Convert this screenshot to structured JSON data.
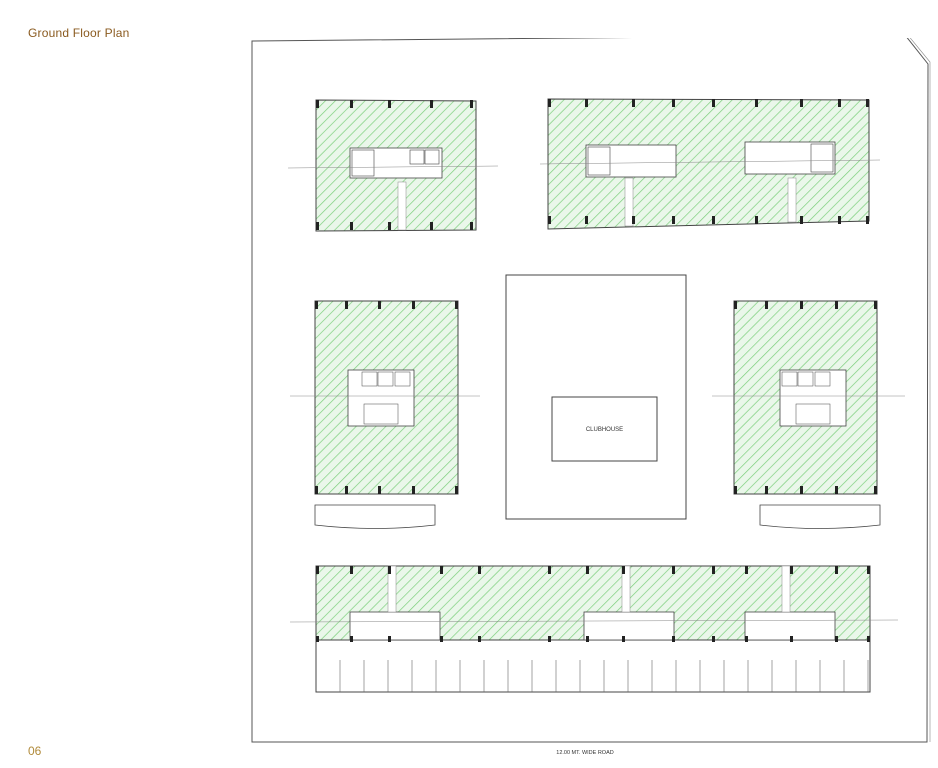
{
  "header": {
    "title": "Ground Floor Plan"
  },
  "footer": {
    "page_number": "06"
  },
  "plan": {
    "clubhouse_label": "CLUBHOUSE",
    "road_label": "12.00 MT. WIDE ROAD",
    "hatch_color": "#7ccf7c",
    "line_color": "#555555"
  }
}
